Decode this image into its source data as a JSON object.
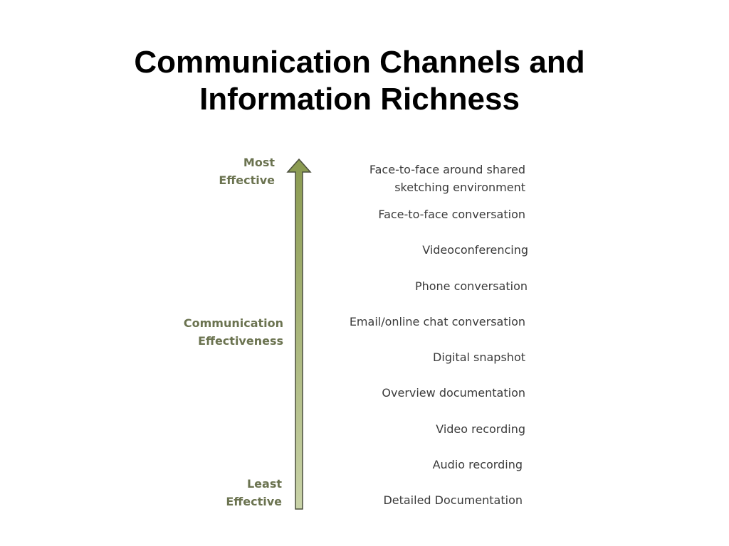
{
  "title": {
    "line1": "Communication Channels and",
    "line2": "Information Richness"
  },
  "axis": {
    "top_label": {
      "line1": "Most",
      "line2": "Effective"
    },
    "middle_label": {
      "line1": "Communication",
      "line2": "Effectiveness"
    },
    "bottom_label": {
      "line1": "Least",
      "line2": "Effective"
    },
    "arrow_icon": "up-arrow-icon",
    "colors": {
      "arrow_top": "#8a9a50",
      "arrow_bottom": "#c9d3a8",
      "arrow_outline": "#4a4e3c",
      "label_text": "#6b7350"
    }
  },
  "channels": [
    {
      "line1": "Face-to-face around shared",
      "line2": "sketching environment"
    },
    {
      "line1": "Face-to-face conversation"
    },
    {
      "line1": "Videoconferencing"
    },
    {
      "line1": "Phone conversation"
    },
    {
      "line1": "Email/online chat conversation"
    },
    {
      "line1": "Digital snapshot"
    },
    {
      "line1": "Overview documentation"
    },
    {
      "line1": "Video recording"
    },
    {
      "line1": "Audio recording"
    },
    {
      "line1": "Detailed Documentation"
    }
  ]
}
